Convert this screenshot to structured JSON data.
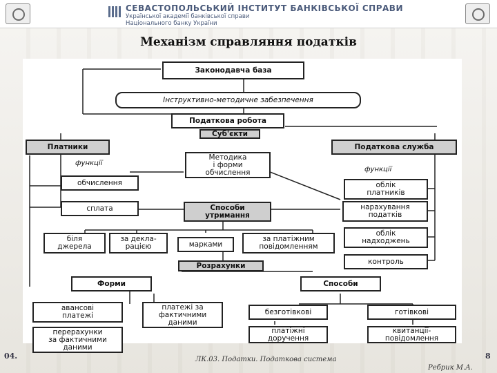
{
  "header": {
    "institute_name": "СЕВАСТОПОЛЬСЬКИЙ ІНСТИТУТ БАНКІВСЬКОЇ СПРАВИ",
    "sub_line1": "Української академії банківської справи",
    "sub_line2": "Національного банку України"
  },
  "slide": {
    "title": "Механізм справляння податків"
  },
  "diagram": {
    "legislative_base": "Законодавча база",
    "methodological_support": "Інструктивно-методичне забезпечення",
    "tax_work": "Податкова робота",
    "subjects": "Суб'єкти",
    "payers": "Платники",
    "tax_service": "Податкова служба",
    "functions_left": "функції",
    "functions_right": "функції",
    "methods_forms": "Методика\nі форми\nобчислення",
    "calculation": "обчислення",
    "payment": "сплата",
    "payer_registration": "облік\nплатників",
    "tax_accrual": "нарахування\nподатків",
    "payment_methods": "Способи\nутримання",
    "at_source": "біля\nджерела",
    "by_declaration": "за декла-\nрацією",
    "stamps": "марками",
    "by_tax_notice": "за платіжним\nповідомленням",
    "receipts_accounting": "облік\nнадходжень",
    "control": "контроль",
    "settlements": "Розрахунки",
    "forms": "Форми",
    "methods": "Способи",
    "advance_payments": "авансові\nплатежі",
    "actual_payments": "платежі за\nфактичними\nданими",
    "recalculation": "перерахунки\nза фактичними\nданими",
    "cashless": "безготівкові",
    "cash": "готівкові",
    "payment_orders": "платіжні\nдоручення",
    "receipt_notices": "квитанції-\nповідомлення"
  },
  "footer": {
    "date": "04.",
    "topic": "ЛК.03. Податки. Податкова система",
    "author": "Ребрик М.А.",
    "page": "8"
  }
}
